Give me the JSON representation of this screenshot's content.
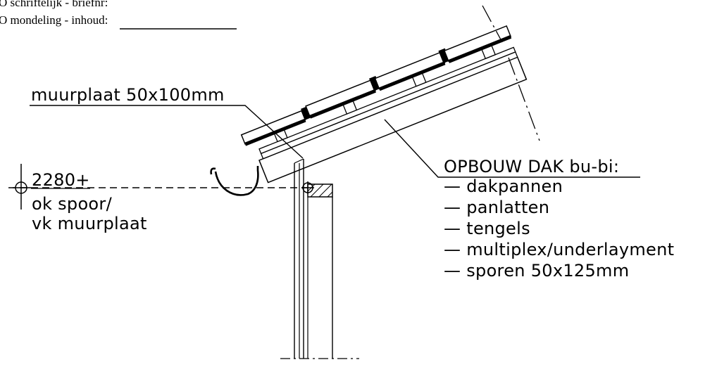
{
  "header": {
    "line1": "O schriftelijk - briefnr:",
    "line2": "O mondeling - inhoud:"
  },
  "labels": {
    "muurplaat": "muurplaat 50x100mm",
    "level": "2280+",
    "level_sub1": "ok spoor/",
    "level_sub2": "vk muurplaat"
  },
  "roof_buildup": {
    "title": "OPBOUW DAK bu-bi:",
    "items": [
      "— dakpannen",
      "— panlatten",
      "— tengels",
      "— multiplex/underlayment",
      "— sporen 50x125mm"
    ]
  },
  "colors": {
    "ink": "#000000",
    "paper": "#ffffff"
  }
}
